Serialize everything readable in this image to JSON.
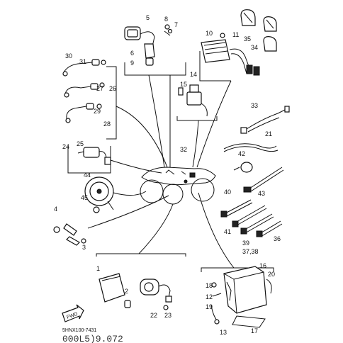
{
  "callouts": {
    "c1": "1",
    "c2": "2",
    "c3": "3",
    "c4": "4",
    "c5": "5",
    "c6": "6",
    "c7": "7",
    "c8": "8",
    "c9": "9",
    "c10": "10",
    "c11": "11",
    "c12": "12",
    "c13": "13",
    "c14": "14",
    "c15": "15",
    "c16": "16",
    "c17": "17",
    "c18": "18",
    "c19": "19",
    "c20": "20",
    "c21": "21",
    "c22": "22",
    "c23": "23",
    "c24": "24",
    "c25": "25",
    "c26": "26",
    "c27": "27",
    "c28": "28",
    "c29": "29",
    "c30": "30",
    "c31": "31",
    "c32": "32",
    "c33": "33",
    "c34": "34",
    "c35": "35",
    "c36": "36",
    "c3738": "37,38",
    "c39": "39",
    "c40": "40",
    "c41": "41",
    "c42": "42",
    "c43": "43",
    "c44": "44",
    "c45": "45"
  },
  "fwd_label": "FWD",
  "footer": {
    "code": "5HNX100-7431",
    "drawing_no": "000L5)9.072"
  }
}
